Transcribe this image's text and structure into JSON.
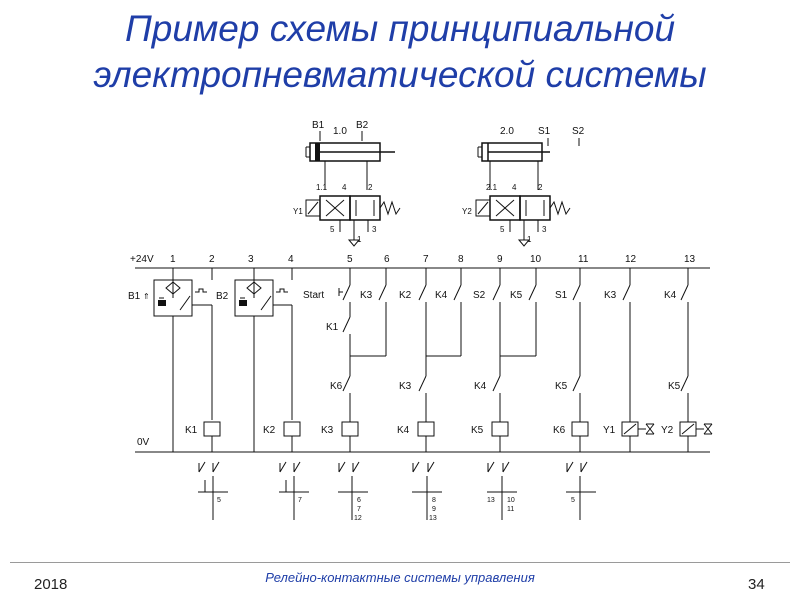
{
  "slide": {
    "title_line1": "Пример схемы принципиальной",
    "title_line2": "электропневматической системы",
    "footer_year": "2018",
    "footer_center": "Релейно-контактные системы управления",
    "page_number": "34"
  },
  "cylinder1": {
    "b1": "B1",
    "name": "1.0",
    "b2": "B2"
  },
  "cylinder2": {
    "name": "2.0",
    "s1": "S1",
    "s2": "S2"
  },
  "valve1": {
    "name": "1.1",
    "coil": "Y1",
    "p4": "4",
    "p2": "2",
    "p5": "5",
    "p1": "1",
    "p3": "3"
  },
  "valve2": {
    "name": "2.1",
    "coil": "Y2",
    "p4": "4",
    "p2": "2",
    "p5": "5",
    "p1": "1",
    "p3": "3"
  },
  "rails": {
    "plus": "+24V",
    "zero": "0V"
  },
  "columns": [
    "1",
    "2",
    "3",
    "4",
    "5",
    "6",
    "7",
    "8",
    "9",
    "10",
    "11",
    "12",
    "13"
  ],
  "sensors": {
    "b1": "B1",
    "b2": "B2",
    "s1": "S1",
    "s2": "S2"
  },
  "contacts": {
    "start": "Start",
    "k3a": "K3",
    "k1": "K1",
    "k6": "K6",
    "k2": "K2",
    "k4a": "K4",
    "k3b": "K3",
    "k5a": "K5",
    "k4b": "K4",
    "k5b": "K5",
    "k3c": "K3",
    "k4c": "K4",
    "k5c": "K5"
  },
  "coils": {
    "k1": "K1",
    "k2": "K2",
    "k3": "K3",
    "k4": "K4",
    "k5": "K5",
    "k6": "K6",
    "y1": "Y1",
    "y2": "Y2"
  },
  "refs": {
    "k1": [
      "5"
    ],
    "k2": [
      "7"
    ],
    "k3": [
      "6",
      "7",
      "12"
    ],
    "k4": [
      "8",
      "9",
      "13"
    ],
    "k5": [
      "13",
      "10",
      "11"
    ],
    "k6": [
      "5"
    ]
  }
}
